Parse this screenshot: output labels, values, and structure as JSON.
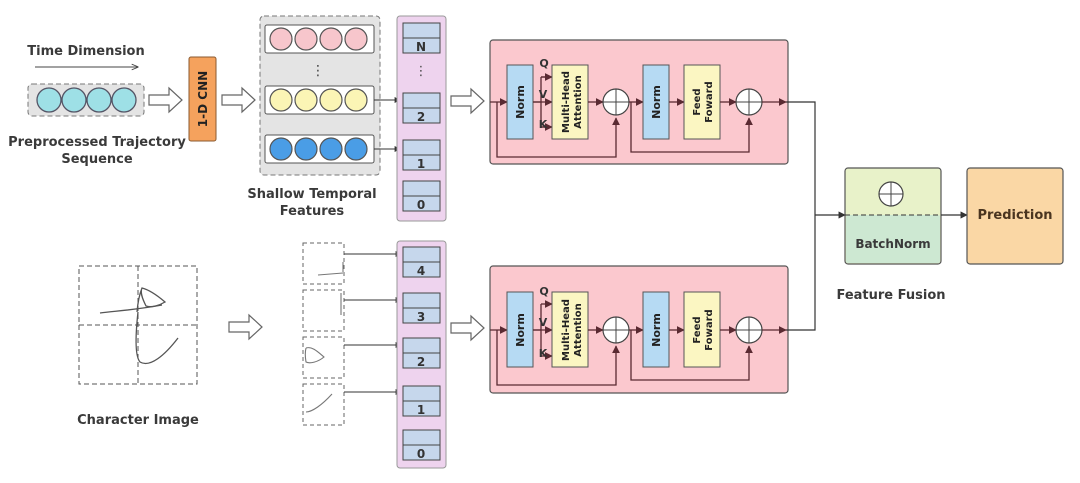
{
  "labels": {
    "time_dimension": "Time Dimension",
    "preprocessed_line1": "Preprocessed Trajectory",
    "preprocessed_line2": "Sequence",
    "cnn": "1-D CNN",
    "shallow_line1": "Shallow Temporal",
    "shallow_line2": "Features",
    "ellipsis": "⋮",
    "character_image": "Character Image",
    "feature_fusion": "Feature Fusion",
    "batchnorm": "BatchNorm",
    "prediction": "Prediction"
  },
  "top_stack": {
    "tokens": [
      "N",
      "⋮",
      "2",
      "1",
      "0"
    ]
  },
  "bottom_stack": {
    "tokens": [
      "4",
      "3",
      "2",
      "1",
      "0"
    ]
  },
  "encoder": {
    "norm": "Norm",
    "attention_line1": "Multi-Head",
    "attention_line2": "Attention",
    "ff_line1": "Feed",
    "ff_line2": "Foward",
    "q": "Q",
    "v": "V",
    "k": "K"
  },
  "colors": {
    "seq_circle": "#9ee0e6",
    "cnn": "#f5a25d",
    "row_pink": "#f7c6cc",
    "row_yellow": "#fbf5b5",
    "row_blue": "#4a9de6",
    "stack_bg": "#eed3ee",
    "token": "#c6d7ec",
    "encoder_bg": "#fbc8ce",
    "norm": "#b6daf3",
    "attention": "#fbf6c2",
    "fusion_top": "#e8f2c9",
    "fusion_bottom": "#cde8d2",
    "prediction": "#fad7a5"
  }
}
